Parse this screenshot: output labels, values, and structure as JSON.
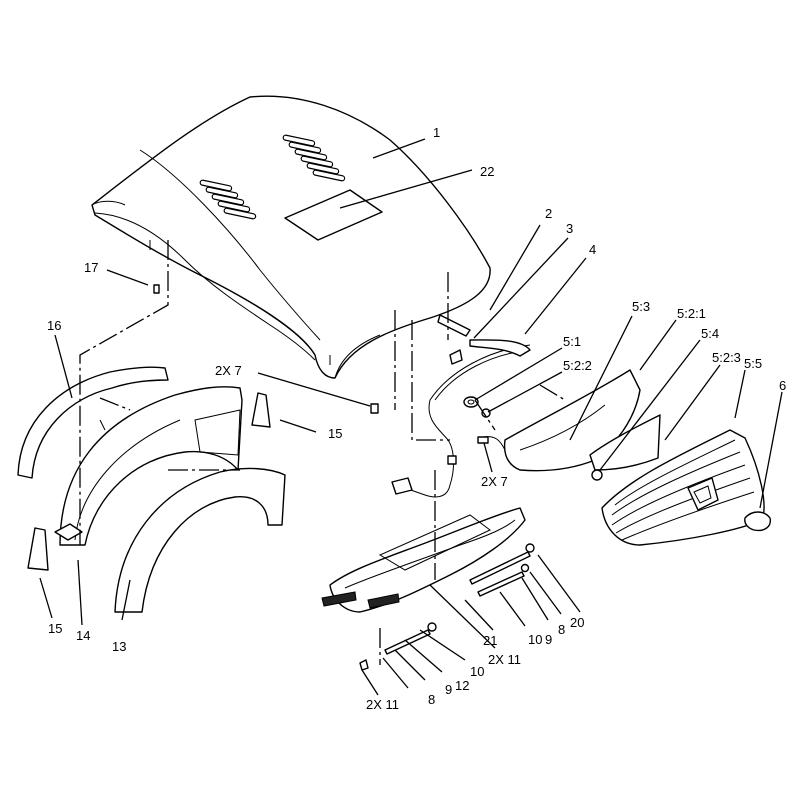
{
  "colors": {
    "line": "#000000",
    "background": "#ffffff"
  },
  "callouts": {
    "c1": "1",
    "c22": "22",
    "c2": "2",
    "c3": "3",
    "c4": "4",
    "c17": "17",
    "c16": "16",
    "c2x7a": "2X 7",
    "c15a": "15",
    "c5_1": "5:1",
    "c5_2_2": "5:2:2",
    "c5_3": "5:3",
    "c5_2_1": "5:2:1",
    "c5_4": "5:4",
    "c5_2_3": "5:2:3",
    "c5_5": "5:5",
    "c6": "6",
    "c2x7b": "2X 7",
    "c15b": "15",
    "c14": "14",
    "c13": "13",
    "c20": "20",
    "c8a": "8",
    "c9a": "9",
    "c10a": "10",
    "c21": "21",
    "c2x11a": "2X 11",
    "c10b": "10",
    "c12": "12",
    "c9b": "9",
    "c8b": "8",
    "c2x11b": "2X 11"
  }
}
